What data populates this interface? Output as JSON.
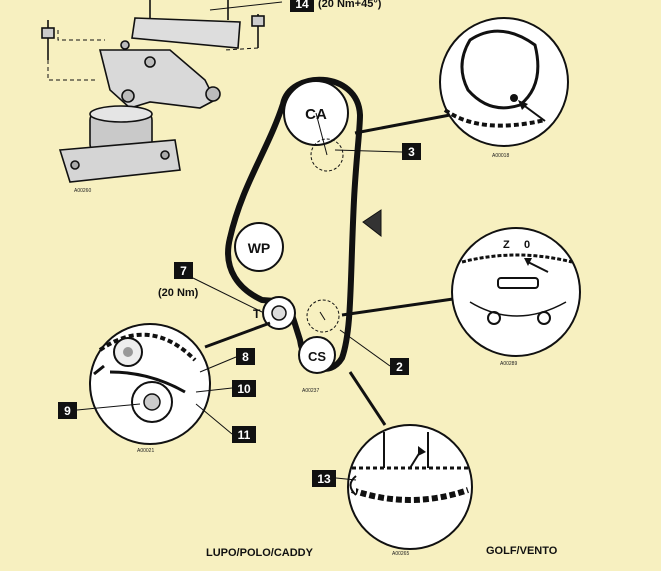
{
  "pulleys": {
    "ca": "CA",
    "wp": "WP",
    "cs": "CS",
    "t": "T"
  },
  "callouts": {
    "c3": "3",
    "c2": "2",
    "c7": "7",
    "c8": "8",
    "c9": "9",
    "c10": "10",
    "c11": "11",
    "c13": "13",
    "c14": "14"
  },
  "torque": {
    "t7": "(20 Nm)",
    "t14": "(20 Nm+45°)"
  },
  "detail_marks": {
    "z": "Z",
    "o": "0"
  },
  "codes": {
    "mount": "A00260",
    "ca_detail": "A00018",
    "tensioner_detail": "A00021",
    "cs_detail": "A00237",
    "mark_detail": "A00289",
    "sprocket_detail": "A00265"
  },
  "captions": {
    "left": "LUPO/POLO/CADDY",
    "right": "GOLF/VENTO"
  }
}
